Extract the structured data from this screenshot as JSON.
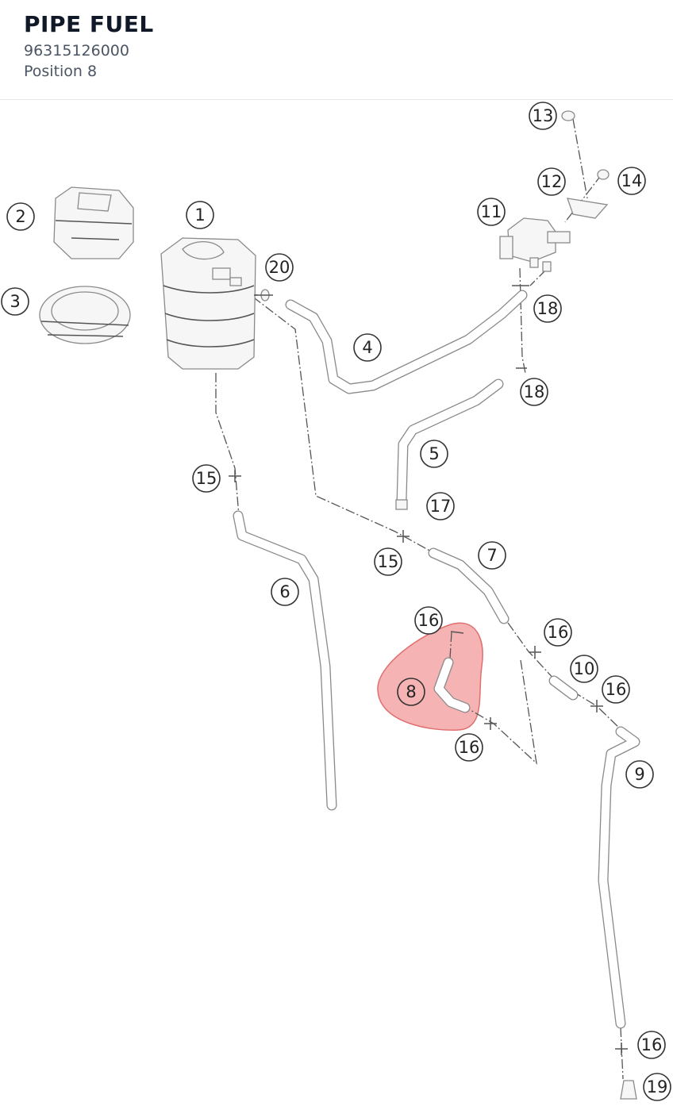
{
  "header": {
    "title": "PIPE FUEL",
    "part_number": "96315126000",
    "position": "Position 8"
  },
  "diagram": {
    "highlight_color": "#f08080",
    "selected_callout": "8",
    "callouts": [
      "1",
      "2",
      "3",
      "4",
      "5",
      "6",
      "7",
      "8",
      "9",
      "10",
      "11",
      "12",
      "13",
      "14",
      "15",
      "15",
      "16",
      "16",
      "16",
      "16",
      "16",
      "17",
      "18",
      "18",
      "19",
      "20"
    ]
  }
}
